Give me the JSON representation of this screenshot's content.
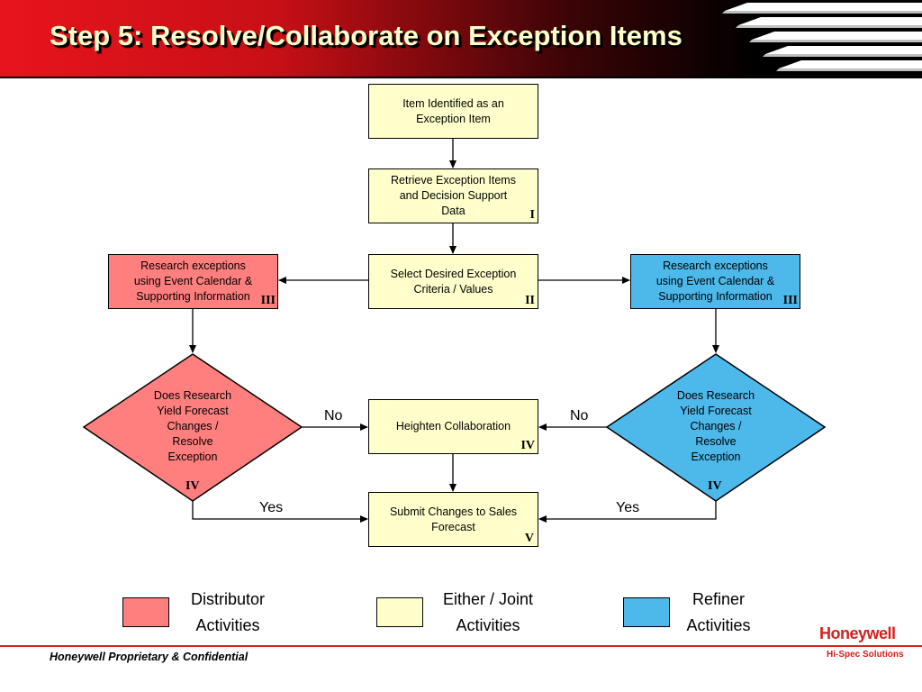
{
  "title": "Step 5: Resolve/Collaborate on Exception Items",
  "nodes": {
    "n1": {
      "text": "Item Identified as an\nException Item",
      "step": ""
    },
    "n2": {
      "text": "Retrieve Exception Items\nand Decision Support\nData",
      "step": "I"
    },
    "n3": {
      "text": "Select Desired Exception\nCriteria / Values",
      "step": "II"
    },
    "n4": {
      "text": "Research exceptions\nusing Event Calendar &\nSupporting Information",
      "step": "III"
    },
    "n5": {
      "text": "Research exceptions\nusing Event Calendar &\nSupporting Information",
      "step": "III"
    },
    "n6": {
      "text": "Does Research\nYield Forecast\nChanges /\nResolve\nException",
      "step": "IV"
    },
    "n7": {
      "text": "Heighten Collaboration",
      "step": "IV"
    },
    "n8": {
      "text": "Does Research\nYield Forecast\nChanges /\nResolve\nException",
      "step": "IV"
    },
    "n9": {
      "text": "Submit Changes to Sales\nForecast",
      "step": "V"
    }
  },
  "edge_labels": {
    "no_left": "No",
    "no_right": "No",
    "yes_left": "Yes",
    "yes_right": "Yes"
  },
  "legend": [
    {
      "label": "Distributor\nActivities",
      "color": "#ff7f7f"
    },
    {
      "label": "Either / Joint\nActivities",
      "color": "#ffffcc"
    },
    {
      "label": "Refiner\nActivities",
      "color": "#4db8ea"
    }
  ],
  "colors": {
    "banner_red": "#e8141c",
    "distributor": "#ff7f7f",
    "joint": "#ffffcc",
    "refiner": "#4db8ea",
    "brand": "#d6201d"
  },
  "footer": "Honeywell Proprietary & Confidential",
  "brand": {
    "name": "Honeywell",
    "tagline": "Hi-Spec Solutions"
  }
}
